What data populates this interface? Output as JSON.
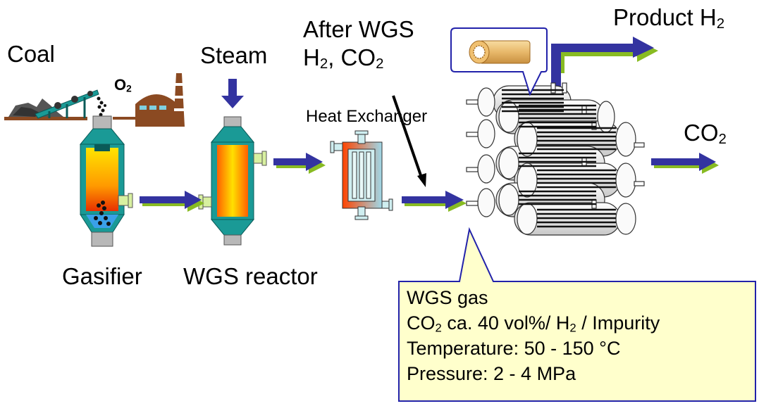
{
  "labels": {
    "coal": "Coal",
    "o2": "O",
    "o2_sub": "2",
    "steam": "Steam",
    "after_wgs_line1": "After WGS",
    "after_h2": "H",
    "after_h2_sub": "2",
    "after_co2": ", CO",
    "after_co2_sub": "2",
    "heat_exchanger": "Heat Exchanger",
    "product": "Product H",
    "product_sub": "2",
    "co2": "CO",
    "co2_sub": "2",
    "gasifier": "Gasifier",
    "wgs_reactor": "WGS reactor"
  },
  "callout": {
    "line1": "WGS gas",
    "line2_a": "CO",
    "line2_sub1": "2",
    "line2_b": " ca. 40 vol%/ H",
    "line2_sub2": "2",
    "line2_c": " / Impurity",
    "line3": "Temperature: 50 - 150 °C",
    "line4": "Pressure: 2 - 4 MPa"
  },
  "colors": {
    "arrow": "#3333a0",
    "arrow_shadow": "#88bb22",
    "vessel_teal": "#1a9a96",
    "vessel_gray": "#b8b8b8",
    "hot_orange": "#ff8c00",
    "hot_yellow": "#ffe400",
    "factory_brown": "#8b4a22",
    "callout_fill": "#ffffcc",
    "callout_border": "#2222aa",
    "flange_green": "#d8f0a0"
  }
}
